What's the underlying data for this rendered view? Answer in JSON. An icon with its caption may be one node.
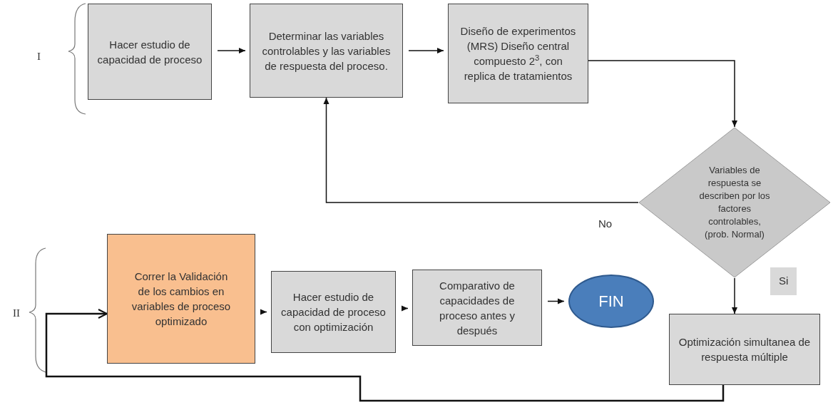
{
  "diagram": {
    "nodes": [
      {
        "text": [
          "Hacer estudio de capacidad de proceso"
        ]
      },
      {
        "text": [
          "Determinar las variables controlables y las variables de respuesta del proceso."
        ]
      },
      {
        "text": [
          "Diseño de experimentos (MRS) Diseño central compuesto 2$^{3}$, con replica de  tratamientos"
        ]
      },
      {
        "text": [
          "Variables de respuesta se describen por los factores controlables, (prob. Normal)"
        ]
      },
      {
        "text": [
          "Correr  la Validación de los cambios en variables de proceso optimizado"
        ]
      },
      {
        "text": [
          "Hacer estudio de capacidad de proceso con optimización"
        ]
      },
      {
        "text": [
          "Comparativo de capacidades de proceso antes y después"
        ]
      },
      {
        "text": [
          "FIN"
        ]
      },
      {
        "text": [
          "Optimización simultanea de respuesta  múltiple"
        ]
      }
    ],
    "edges": [
      {
        "from": 0,
        "to": 1,
        "arrow": "to"
      },
      {
        "from": 1,
        "to": 2,
        "arrow": "to"
      },
      {
        "from": 2,
        "to": 3,
        "arrow": "to"
      },
      {
        "from": 3,
        "to": 1,
        "arrow": "to",
        "label": "No"
      },
      {
        "from": 3,
        "to": 8,
        "arrow": "to",
        "label": "Si"
      },
      {
        "from": 8,
        "to": 4,
        "arrow": "to"
      },
      {
        "from": 4,
        "to": 5,
        "arrow": "to"
      },
      {
        "from": 5,
        "to": 6,
        "arrow": "to"
      },
      {
        "from": 6,
        "to": 7,
        "arrow": "to"
      }
    ],
    "labels": [
      "I",
      "II"
    ]
  }
}
